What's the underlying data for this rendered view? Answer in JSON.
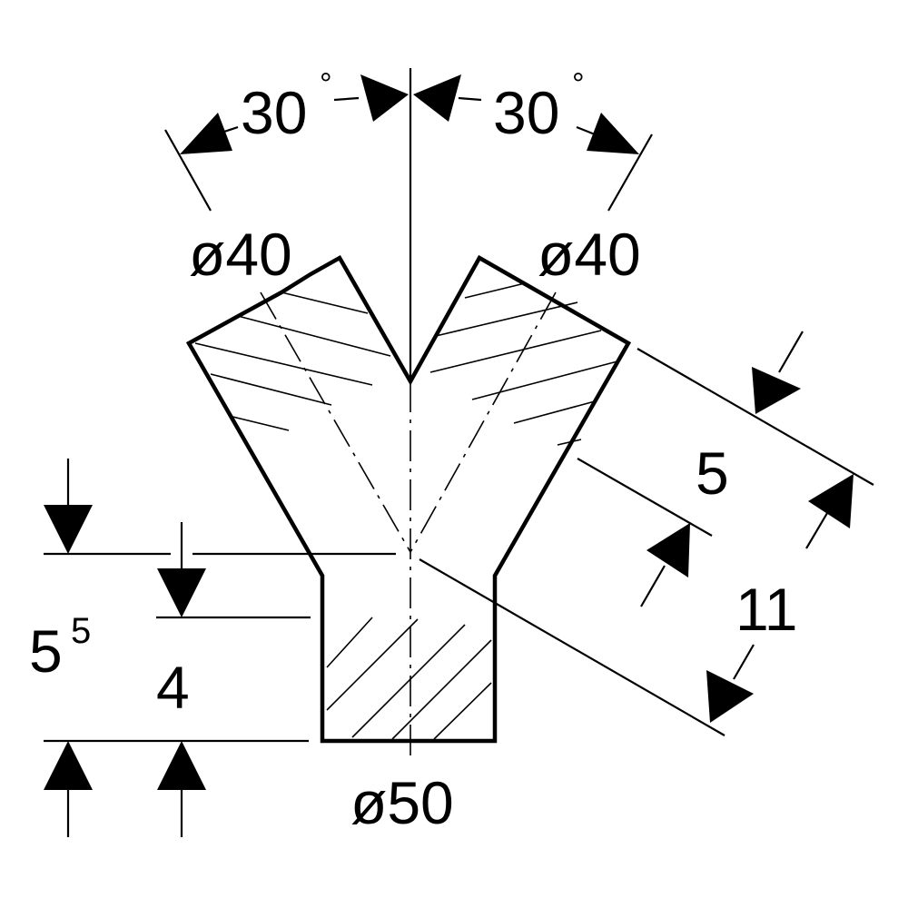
{
  "labels": {
    "angle_left": "30",
    "angle_right": "30",
    "degree_symbol": "°",
    "dia_left": "ø40",
    "dia_right": "ø40",
    "dia_bottom": "ø50",
    "dim_5": "5",
    "dim_11": "11",
    "dim_5_5_base": "5",
    "dim_5_5_sup": "5",
    "dim_4": "4"
  },
  "colors": {
    "line": "#000000",
    "background": "#ffffff"
  }
}
